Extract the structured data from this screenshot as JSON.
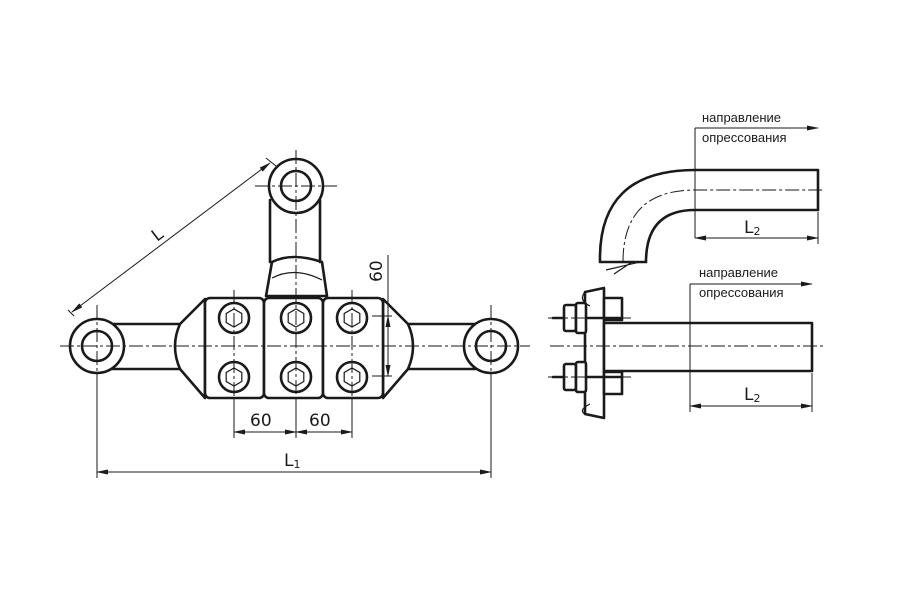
{
  "dimensions": {
    "diagonal": "L",
    "vertical_spacing": "60",
    "bolt_spacing_left": "60",
    "bolt_spacing_right": "60",
    "overall_length_main": "L",
    "overall_length_sub": "1",
    "bend_length_main": "L",
    "bend_length_sub": "2",
    "straight_length_main": "L",
    "straight_length_sub": "2"
  },
  "labels": {
    "press_direction_top_line1": "направление",
    "press_direction_top_line2": "опрессования",
    "press_direction_bottom_line1": "направление",
    "press_direction_bottom_line2": "опрессования"
  }
}
